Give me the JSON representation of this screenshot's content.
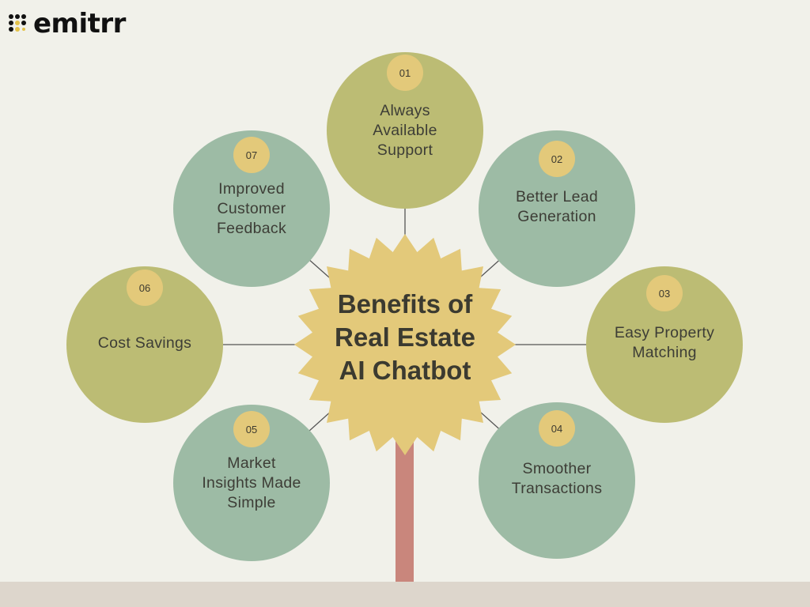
{
  "brand": {
    "name": "emitrr"
  },
  "title": [
    "Benefits of",
    "Real Estate",
    "AI Chatbot"
  ],
  "colors": {
    "olive": "#bcbc74",
    "sage": "#9dbba5",
    "badge": "#e3c97a",
    "burst": "#e3c97a",
    "trunk": "#c9867c",
    "ground": "#ddd6cc",
    "background": "#f1f1ea"
  },
  "benefits": [
    {
      "number": "01",
      "lines": [
        "Always",
        "Available",
        "Support"
      ],
      "color": "olive"
    },
    {
      "number": "02",
      "lines": [
        "Better Lead",
        "Generation"
      ],
      "color": "sage"
    },
    {
      "number": "03",
      "lines": [
        "Easy Property",
        "Matching"
      ],
      "color": "olive"
    },
    {
      "number": "04",
      "lines": [
        "Smoother",
        "Transactions"
      ],
      "color": "sage"
    },
    {
      "number": "05",
      "lines": [
        "Market",
        "Insights Made",
        "Simple"
      ],
      "color": "sage"
    },
    {
      "number": "06",
      "lines": [
        "Cost Savings"
      ],
      "color": "olive"
    },
    {
      "number": "07",
      "lines": [
        "Improved",
        "Customer",
        "Feedback"
      ],
      "color": "sage"
    }
  ]
}
